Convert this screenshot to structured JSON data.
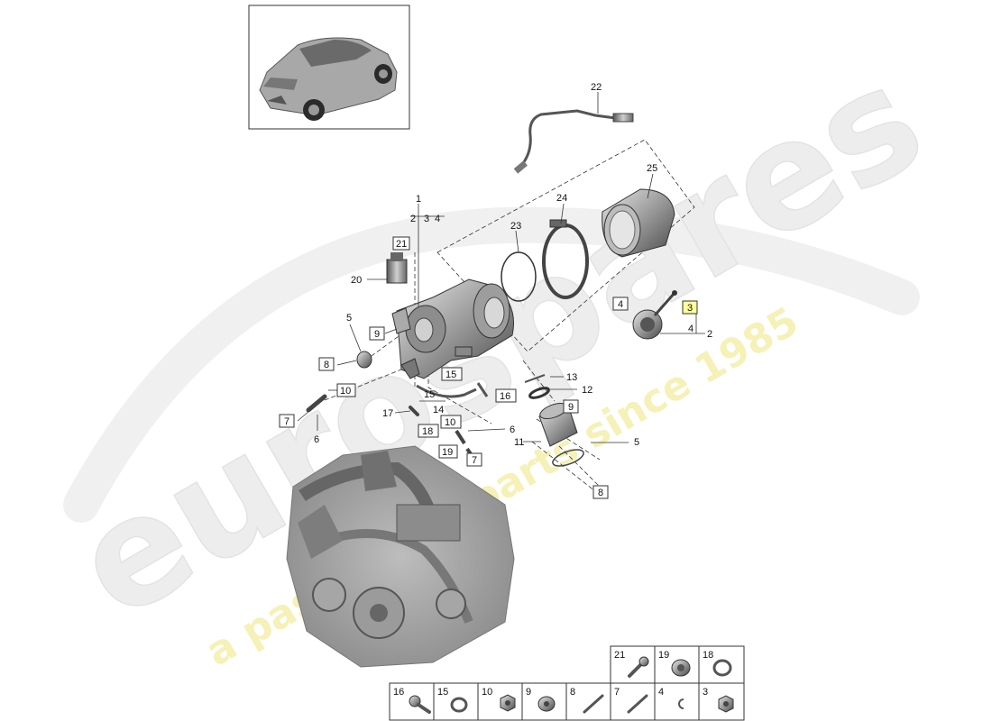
{
  "watermark": {
    "brand": "eurospares",
    "tagline": "a passion for parts since 1985"
  },
  "vehicle_thumbnail": {
    "icon": "car-suv-icon"
  },
  "engine": {
    "icon": "engine-block-icon"
  },
  "callouts": {
    "c1": "1",
    "c2": "2",
    "c3": "3",
    "c4": "4",
    "c5a": "5",
    "c5b": "5",
    "c6a": "6",
    "c6b": "6",
    "c7a": "7",
    "c7b": "7",
    "c8a": "8",
    "c8b": "8",
    "c9a": "9",
    "c9b": "9",
    "c10a": "10",
    "c10b": "10",
    "c11": "11",
    "c12": "12",
    "c13": "13",
    "c14": "14",
    "c15a": "15",
    "c15b": "15",
    "c16": "16",
    "c17": "17",
    "c18": "18",
    "c19": "19",
    "c20": "20",
    "c21": "21",
    "c22": "22",
    "c23": "23",
    "c24": "24",
    "c25": "25",
    "c4box": "4",
    "sub2": "2",
    "sub3": "3",
    "sub4": "4"
  },
  "parts_table": {
    "top_row": [
      {
        "number": "21",
        "icon": "bolt-icon"
      },
      {
        "number": "19",
        "icon": "plug-icon"
      },
      {
        "number": "18",
        "icon": "ring-icon"
      }
    ],
    "bottom_row": [
      {
        "number": "16",
        "icon": "screw-icon"
      },
      {
        "number": "15",
        "icon": "ring-icon"
      },
      {
        "number": "10",
        "icon": "nut-icon"
      },
      {
        "number": "9",
        "icon": "plug-icon"
      },
      {
        "number": "8",
        "icon": "stud-icon"
      },
      {
        "number": "7",
        "icon": "stud-icon"
      },
      {
        "number": "4",
        "icon": "clip-icon"
      },
      {
        "number": "3",
        "icon": "nut-icon"
      }
    ]
  }
}
